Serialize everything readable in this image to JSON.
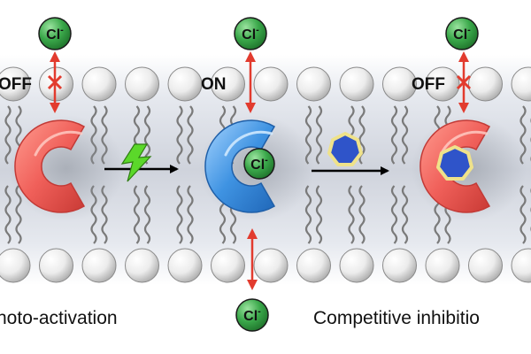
{
  "chloride": {
    "symbol": "Cl",
    "charge": "-"
  },
  "states": {
    "left": "OFF",
    "middle": "ON",
    "right": "OFF"
  },
  "captions": {
    "left": "hoto-activation",
    "right": "Competitive inhibitio"
  },
  "colors": {
    "membrane_band": "#d7dbe3",
    "lipid_head": "#f4f4f4",
    "lipid_tail": "#7a7a7a",
    "ion_fill": "#3aa84a",
    "arrow_red": "#e23b2e",
    "channel_off": "#f0605a",
    "channel_on": "#3f93e2",
    "inhibitor_fill": "#2f54c9",
    "inhibitor_outline": "#efe28a",
    "lightning": "#5bd82a"
  },
  "icons": {
    "ion": "chloride-ion-icon",
    "channel": "c-shaped-channel-icon",
    "inhibitor": "heptagon-inhibitor-icon",
    "light": "lightning-icon",
    "block": "x-mark-icon"
  }
}
